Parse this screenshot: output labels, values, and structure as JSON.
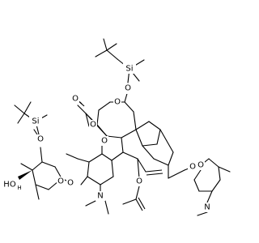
{
  "molecule": {
    "atom_labels": {
      "si_top": "Si",
      "si_left": "Si",
      "oxy": "O",
      "oh": "HO",
      "oh_h": "H",
      "n": "N"
    }
  }
}
